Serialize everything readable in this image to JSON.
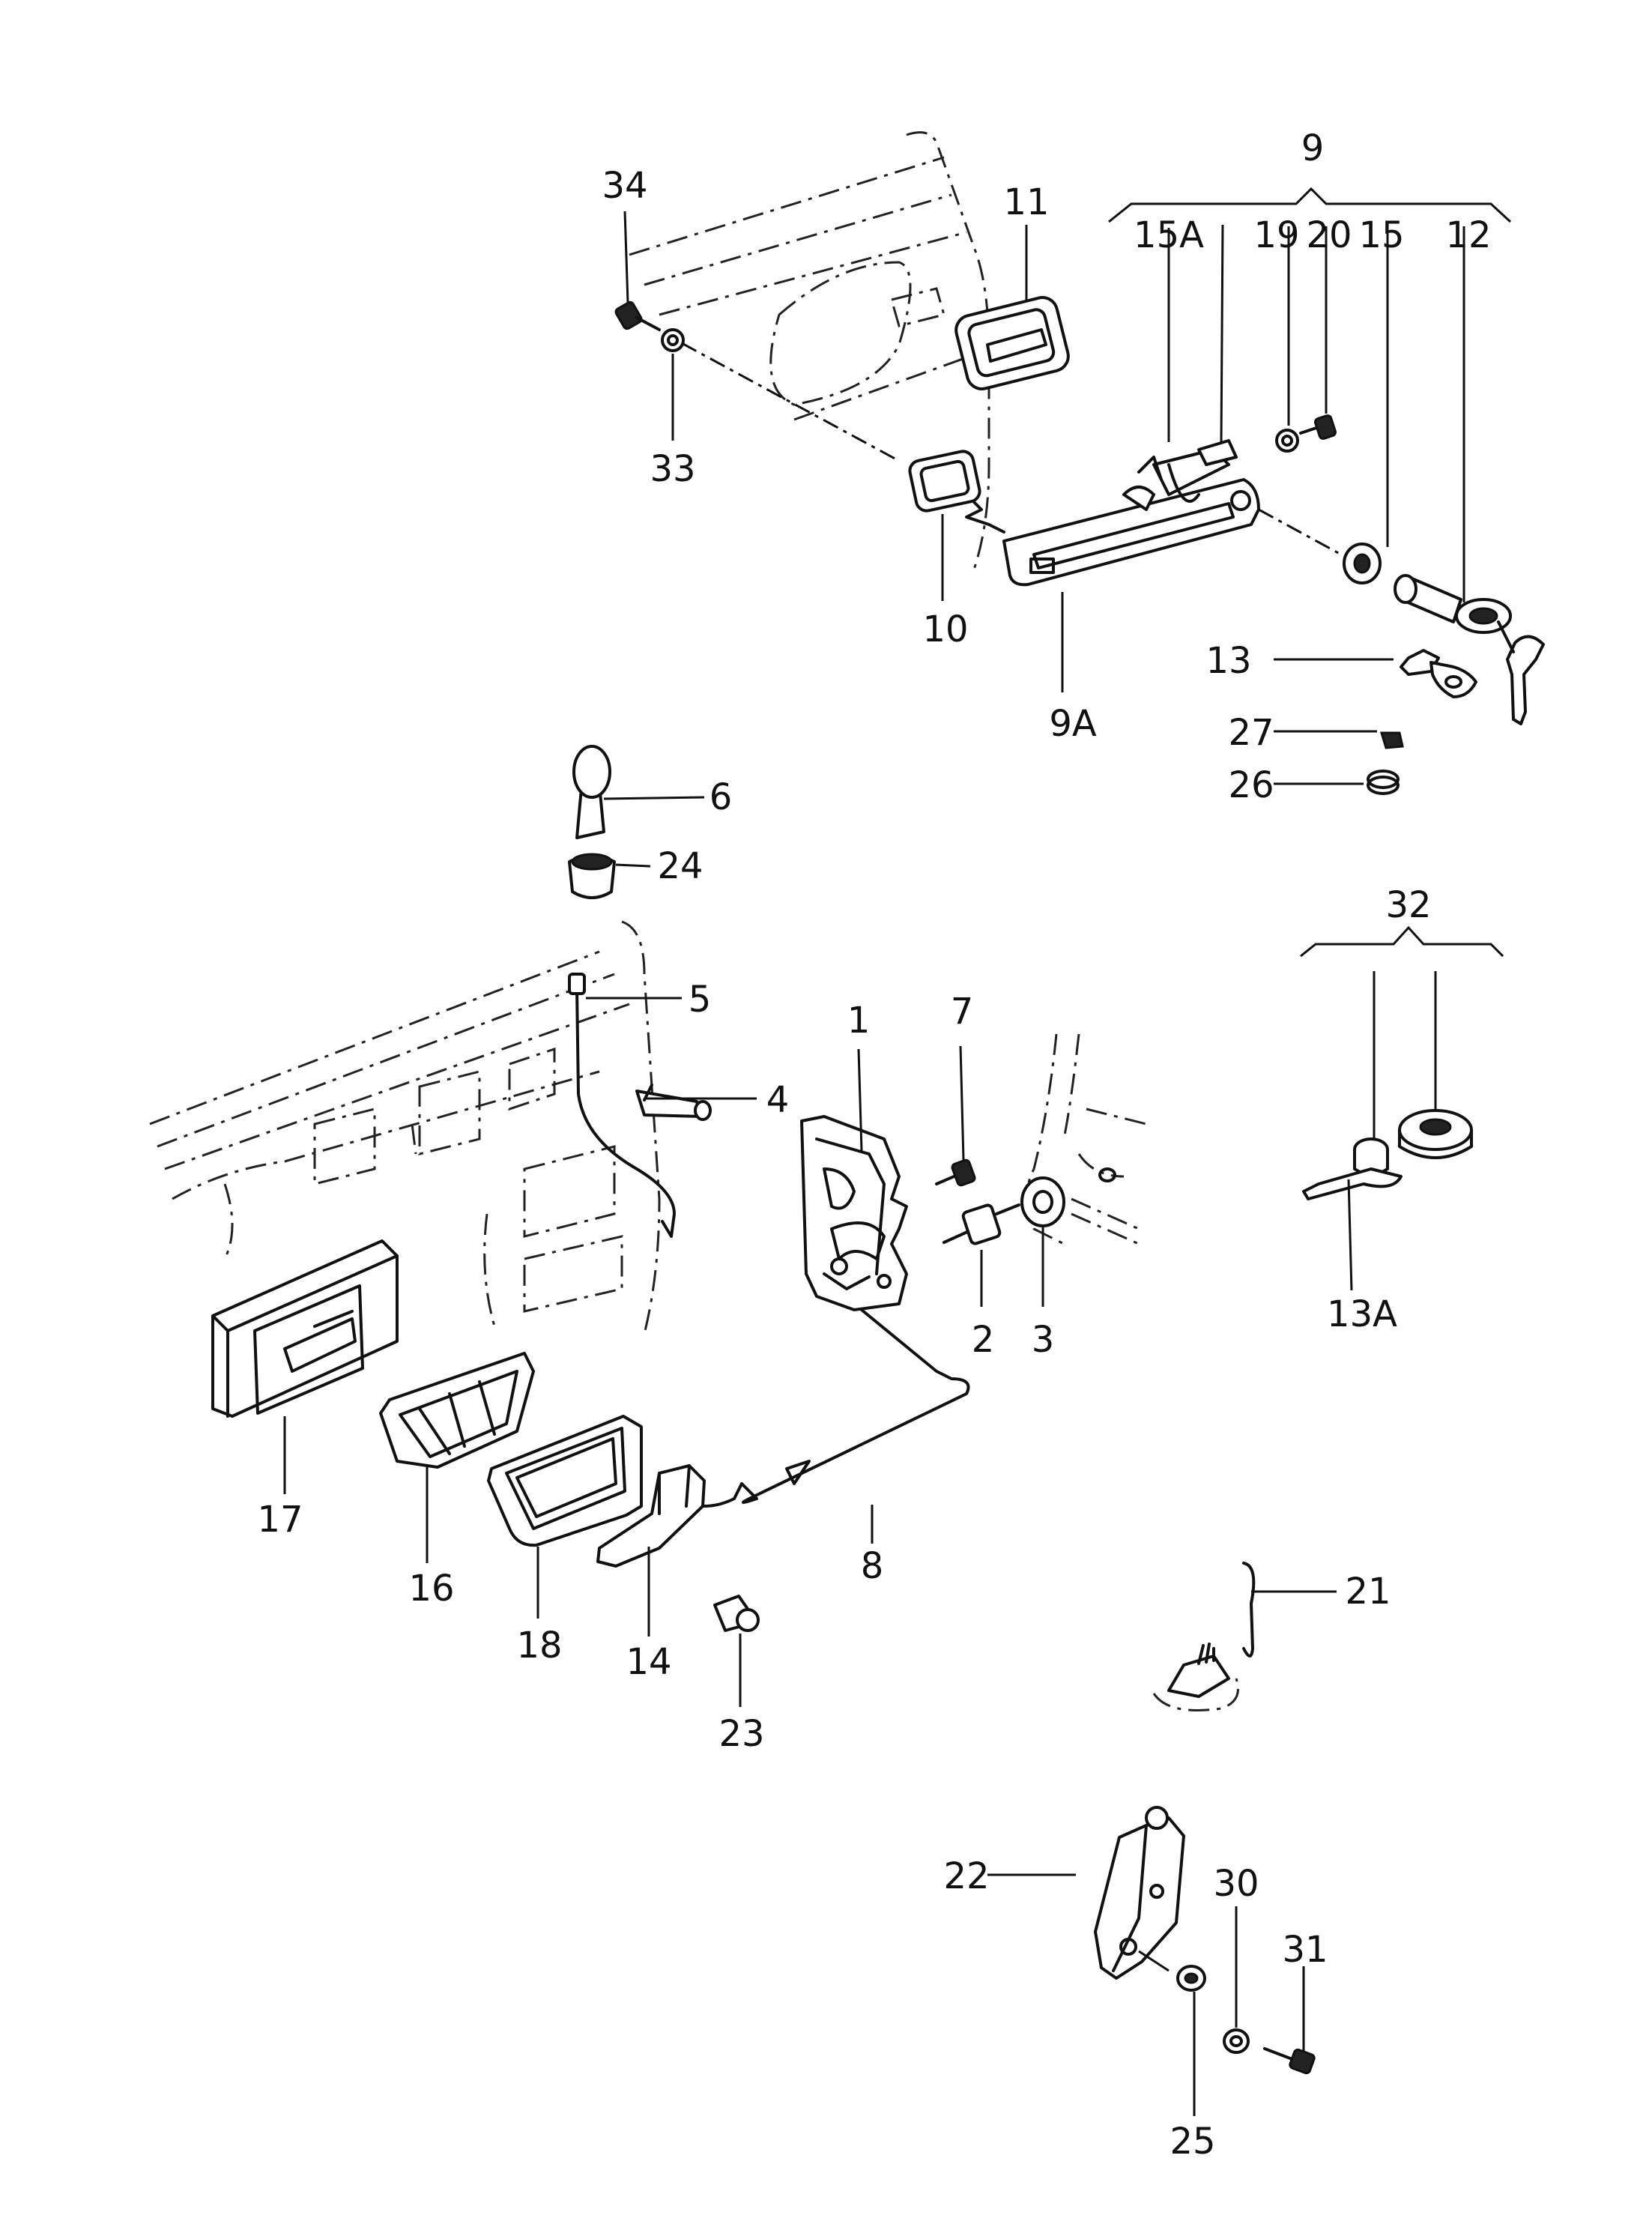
{
  "callouts": [
    {
      "id": "c1",
      "text": "1"
    },
    {
      "id": "c2",
      "text": "2"
    },
    {
      "id": "c3",
      "text": "3"
    },
    {
      "id": "c4",
      "text": "4"
    },
    {
      "id": "c5",
      "text": "5"
    },
    {
      "id": "c6",
      "text": "6"
    },
    {
      "id": "c7",
      "text": "7"
    },
    {
      "id": "c8",
      "text": "8"
    },
    {
      "id": "c9",
      "text": "9"
    },
    {
      "id": "c9A",
      "text": "9A"
    },
    {
      "id": "c10",
      "text": "10"
    },
    {
      "id": "c11",
      "text": "11"
    },
    {
      "id": "c12",
      "text": "12"
    },
    {
      "id": "c13",
      "text": "13"
    },
    {
      "id": "c13A",
      "text": "13A"
    },
    {
      "id": "c14",
      "text": "14"
    },
    {
      "id": "c15",
      "text": "15"
    },
    {
      "id": "c15A",
      "text": "15A"
    },
    {
      "id": "c16",
      "text": "16"
    },
    {
      "id": "c17",
      "text": "17"
    },
    {
      "id": "c18",
      "text": "18"
    },
    {
      "id": "c19",
      "text": "19"
    },
    {
      "id": "c20",
      "text": "20"
    },
    {
      "id": "c21",
      "text": "21"
    },
    {
      "id": "c22",
      "text": "22"
    },
    {
      "id": "c23",
      "text": "23"
    },
    {
      "id": "c24",
      "text": "24"
    },
    {
      "id": "c25",
      "text": "25"
    },
    {
      "id": "c26",
      "text": "26"
    },
    {
      "id": "c27",
      "text": "27"
    },
    {
      "id": "c30",
      "text": "30"
    },
    {
      "id": "c31",
      "text": "31"
    },
    {
      "id": "c32",
      "text": "32"
    },
    {
      "id": "c33",
      "text": "33"
    },
    {
      "id": "c34",
      "text": "34"
    }
  ]
}
